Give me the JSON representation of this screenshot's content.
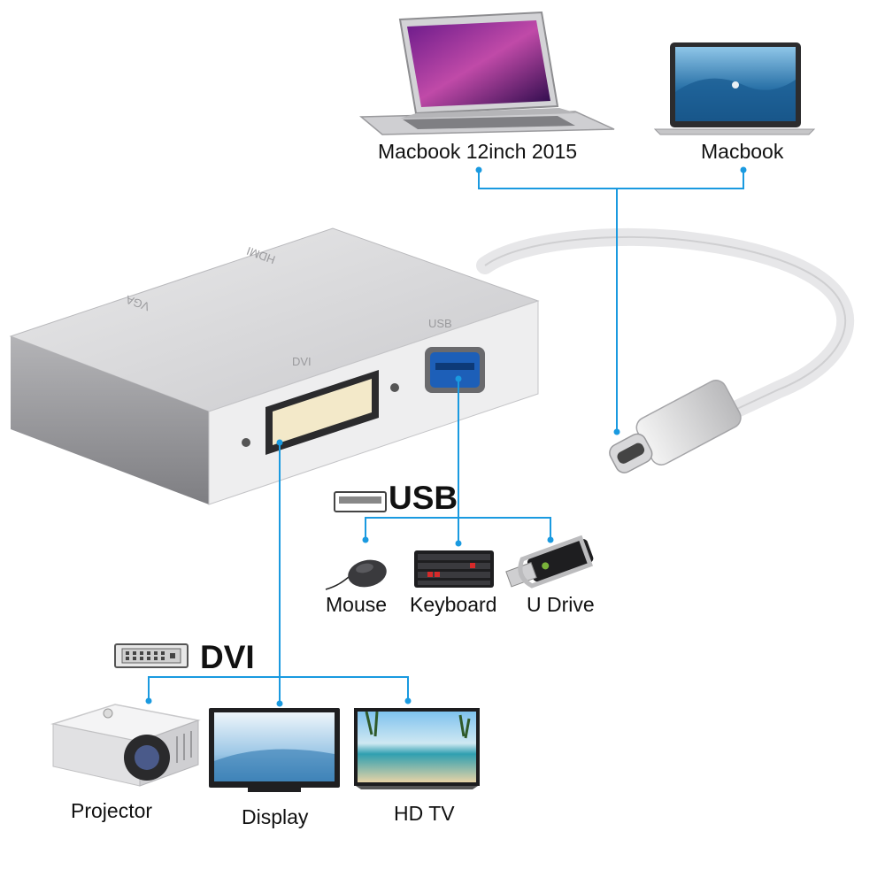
{
  "labels": {
    "macbook_12inch": "Macbook 12inch 2015",
    "macbook": "Macbook",
    "usb_heading": "USB",
    "mouse": "Mouse",
    "keyboard": "Keyboard",
    "u_drive": "U Drive",
    "dvi_heading": "DVI",
    "projector": "Projector",
    "display": "Display",
    "hd_tv": "HD TV"
  },
  "adapter_ports": {
    "vga": "VGA",
    "hdmi": "HDMI",
    "usb": "USB",
    "dvi": "DVI"
  },
  "colors": {
    "connector_line": "#1a9ae0",
    "adapter_body": "#d9d9db",
    "adapter_face": "#f1f1f2"
  }
}
